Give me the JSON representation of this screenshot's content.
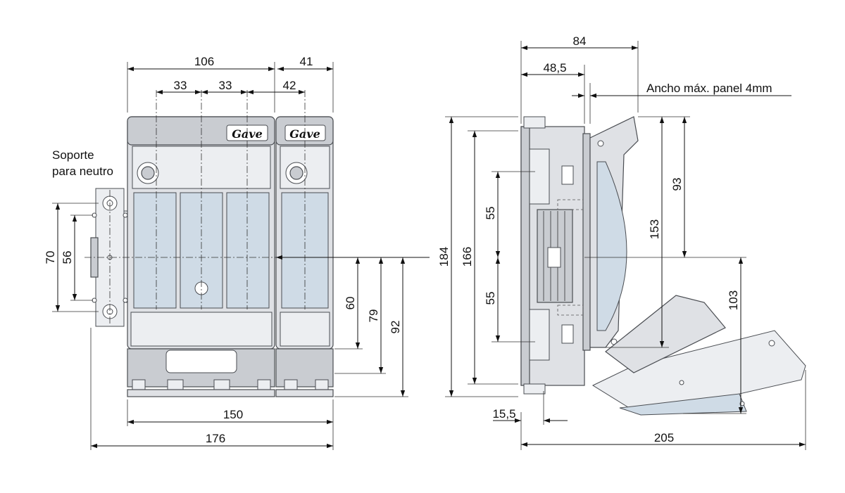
{
  "brand": {
    "logo_text": "Gave"
  },
  "labels": {
    "neutral_support_line1": "Soporte",
    "neutral_support_line2": "para neutro",
    "panel_note": "Ancho máx. panel 4mm"
  },
  "dims": {
    "front_top_106": "106",
    "front_top_41": "41",
    "pitch_1": "33",
    "pitch_2": "33",
    "pitch_3": "42",
    "width_150": "150",
    "width_176": "176",
    "hole_70": "70",
    "hole_56": "56",
    "front_60": "60",
    "front_79": "79",
    "front_92": "92",
    "side_84": "84",
    "side_48_5": "48,5",
    "side_184": "184",
    "side_166": "166",
    "side_55_top": "55",
    "side_55_bottom": "55",
    "side_153": "153",
    "side_93": "93",
    "side_103": "103",
    "side_15_5": "15,5",
    "side_205": "205"
  }
}
